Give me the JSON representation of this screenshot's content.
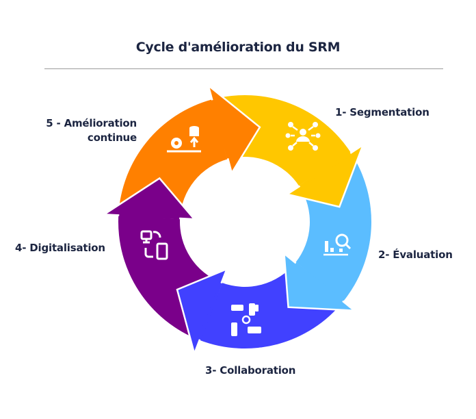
{
  "title": "Cycle d'amélioration du SRM",
  "steps": [
    {
      "label": "1- Segmentation",
      "color": "#FFC700",
      "icon": "network-people-icon"
    },
    {
      "label": "2- Évaluation",
      "color": "#5BBDFF",
      "icon": "chart-search-icon"
    },
    {
      "label": "3- Collaboration",
      "color": "#4141FF",
      "icon": "hands-together-icon"
    },
    {
      "label": "4- Digitalisation",
      "color": "#7A008A",
      "icon": "devices-sync-icon"
    },
    {
      "label_line1": "5 - Amélioration",
      "label_line2": "continue",
      "color": "#FF8000",
      "icon": "gear-data-growth-icon"
    }
  ]
}
